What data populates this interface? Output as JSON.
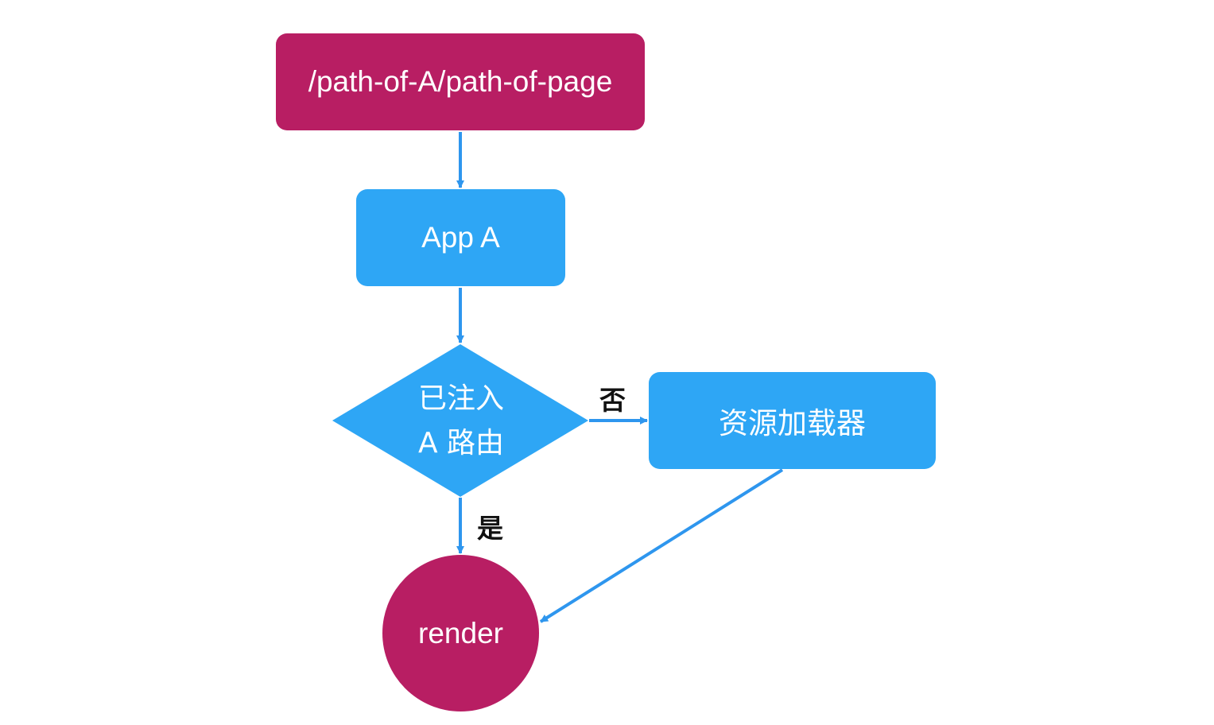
{
  "nodes": {
    "route": {
      "label": "/path-of-A/path-of-page"
    },
    "app": {
      "label": "App A"
    },
    "decision": {
      "line1": "已注入",
      "line2": "A 路由"
    },
    "loader": {
      "label": "资源加载器"
    },
    "render": {
      "label": "render"
    }
  },
  "edge_labels": {
    "no": "否",
    "yes": "是"
  },
  "colors": {
    "terminal": "#b81e63",
    "process": "#2ea6f5",
    "edge": "#2e96ee",
    "edge_label": "#111111",
    "text": "#ffffff"
  }
}
